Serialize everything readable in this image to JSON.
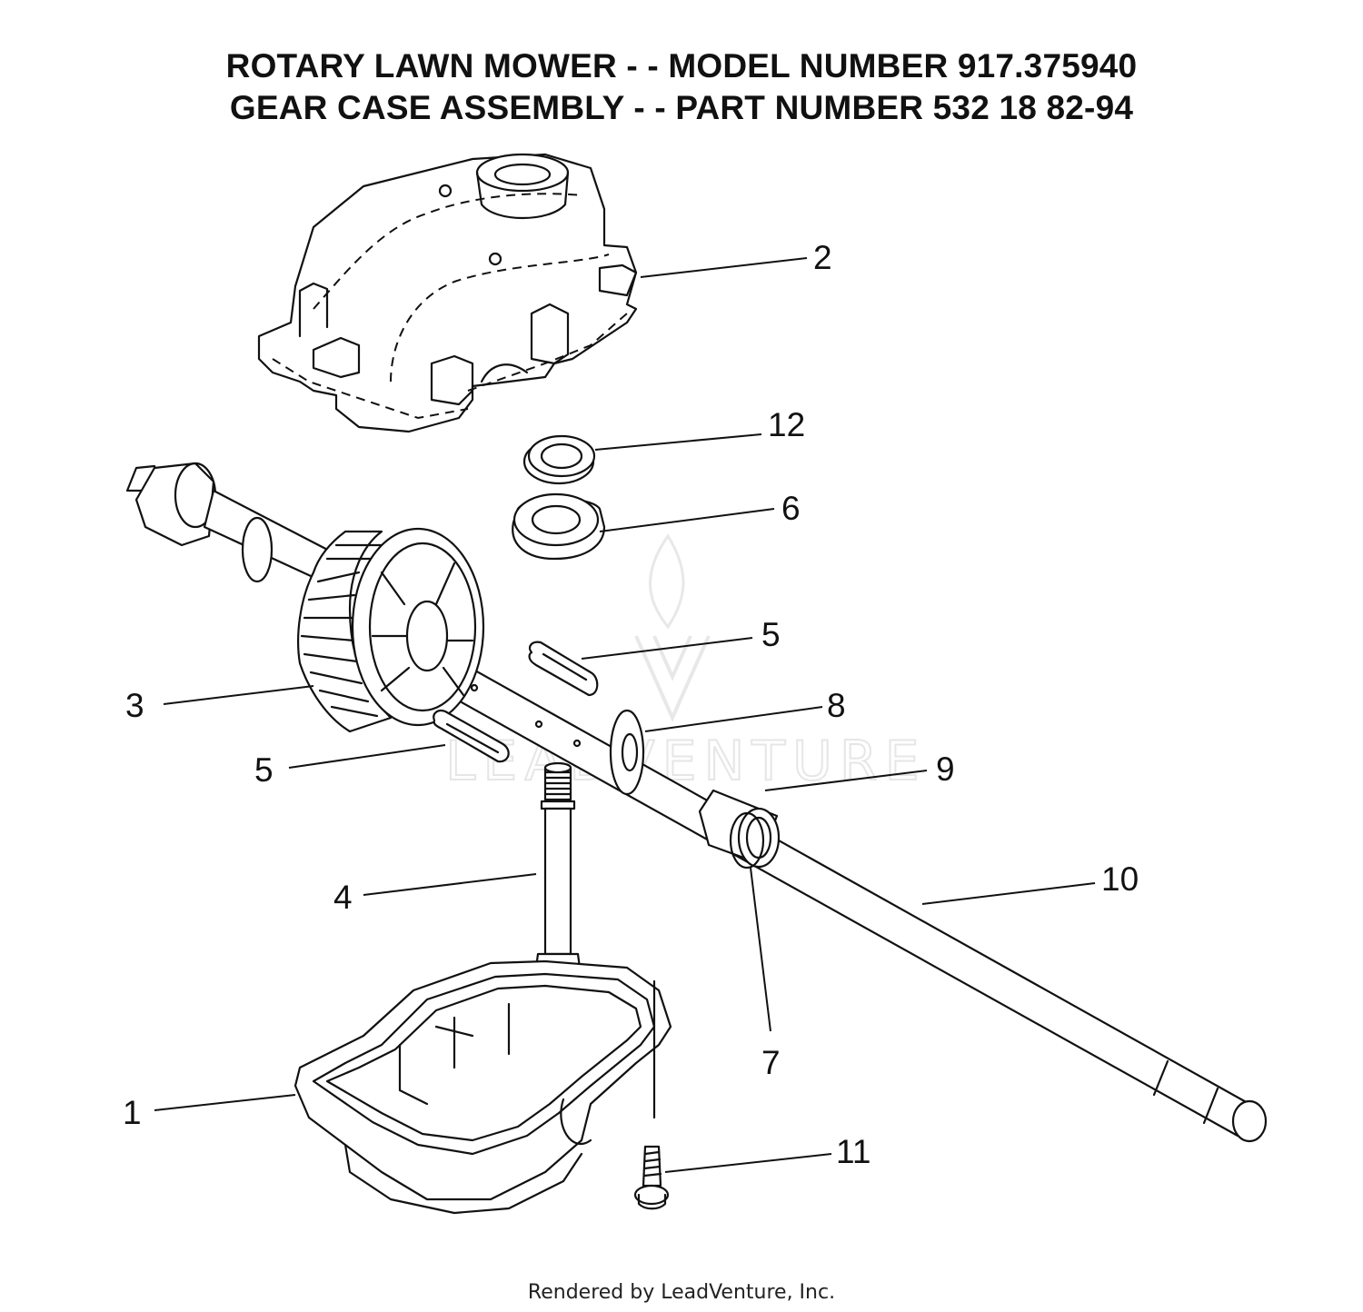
{
  "header": {
    "line1": "ROTARY LAWN MOWER - - MODEL NUMBER  917.375940",
    "line2": "GEAR CASE ASSEMBLY - - PART NUMBER 532 18 82-94"
  },
  "callouts": {
    "c1": "1",
    "c2": "2",
    "c3": "3",
    "c4": "4",
    "c5a": "5",
    "c5b": "5",
    "c6": "6",
    "c7": "7",
    "c8": "8",
    "c9": "9",
    "c10": "10",
    "c11": "11",
    "c12": "12"
  },
  "watermark": {
    "text": "LEADVENTURE"
  },
  "footer": {
    "text": "Rendered by LeadVenture, Inc."
  }
}
